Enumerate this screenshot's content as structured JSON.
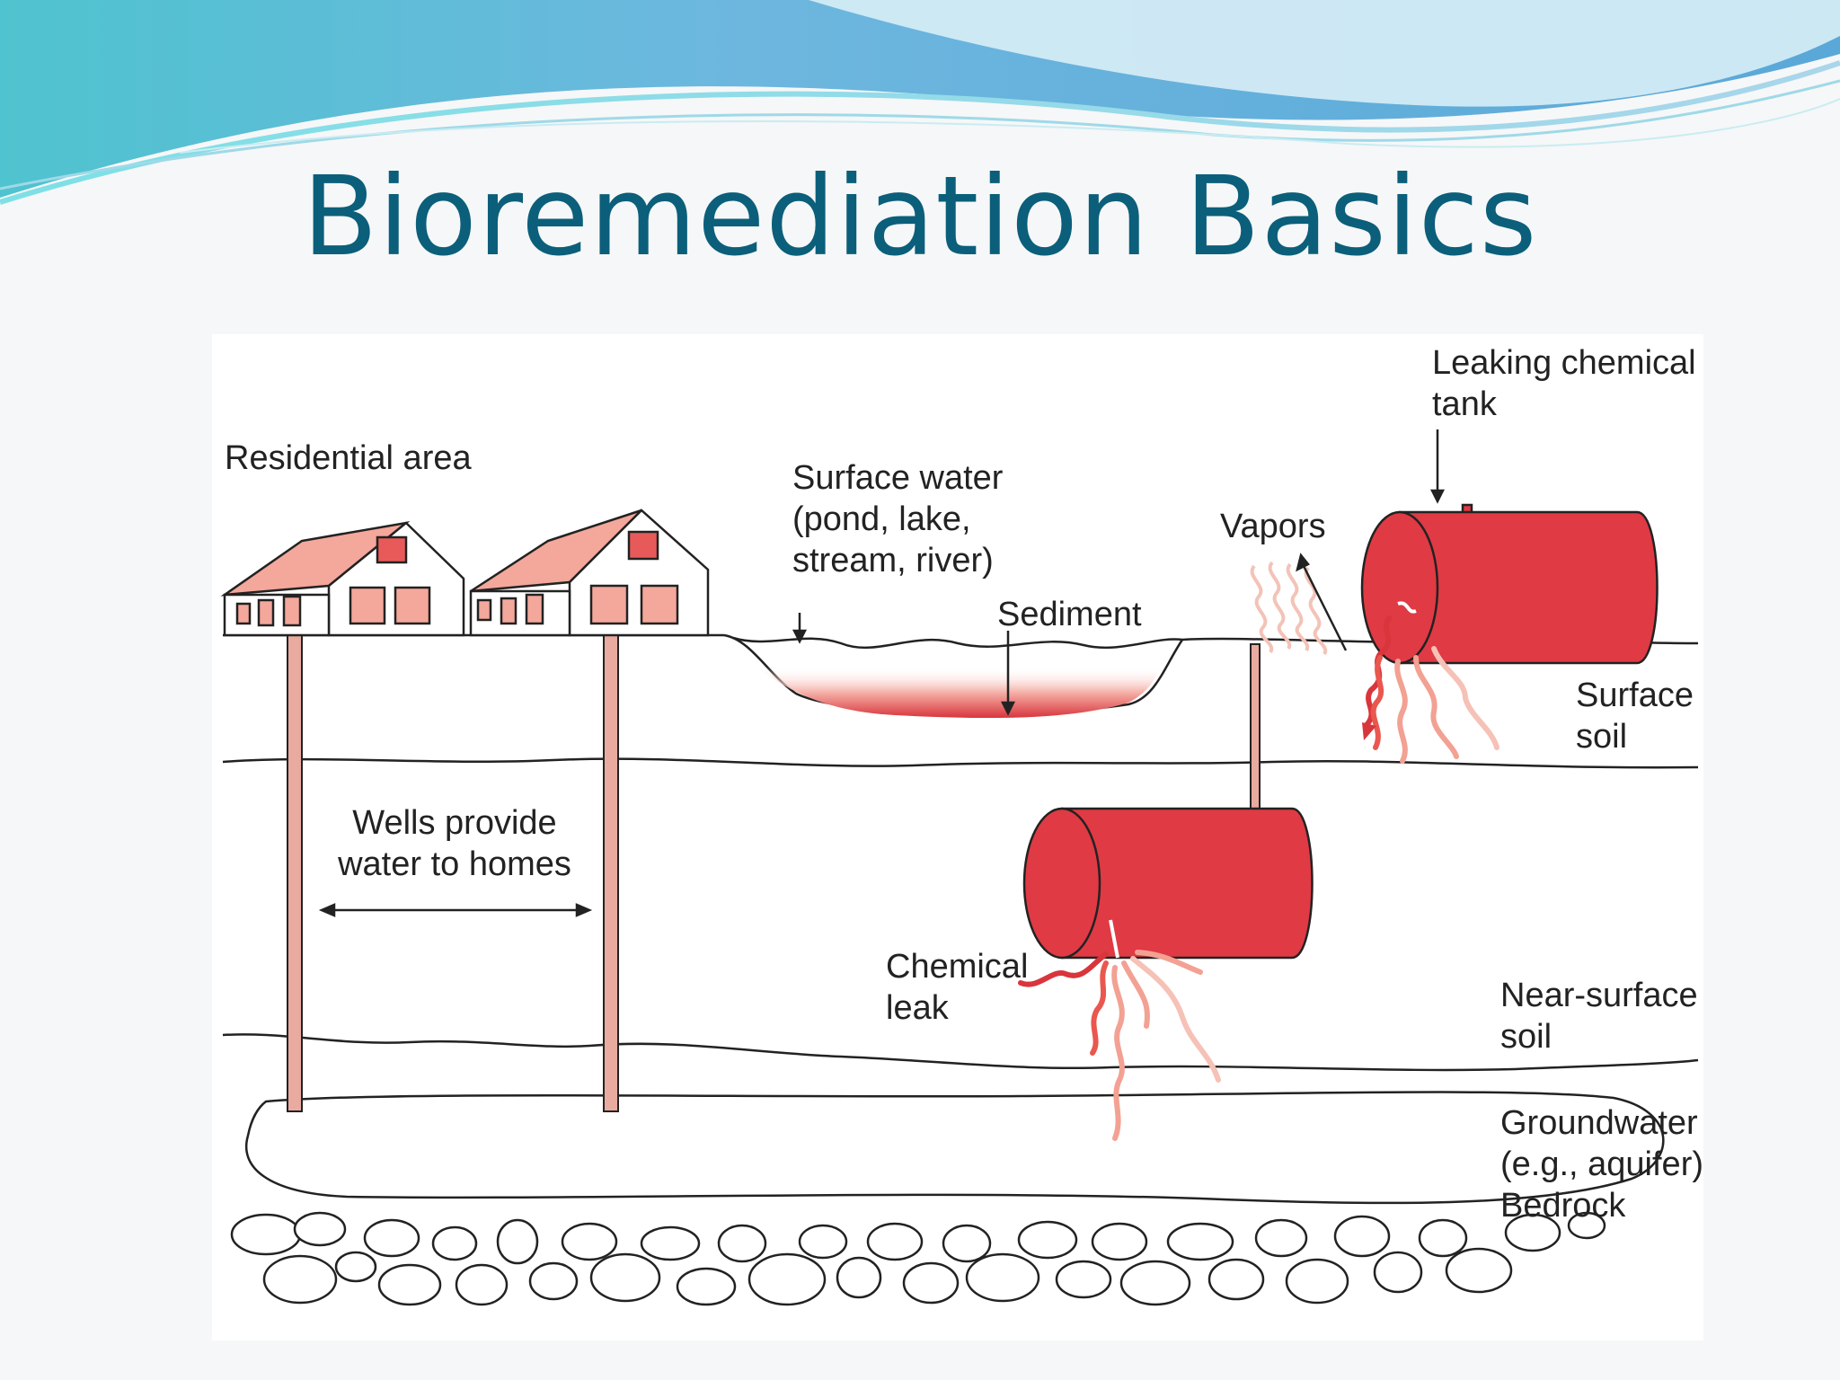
{
  "slide": {
    "title": "Bioremediation Basics",
    "accent_color": "#0b5f7a"
  },
  "diagram": {
    "labels": {
      "residential_area": "Residential area",
      "surface_water": [
        "Surface water",
        "(pond, lake,",
        "stream, river)"
      ],
      "sediment": "Sediment",
      "vapors": "Vapors",
      "leaking_tank": [
        "Leaking chemical",
        "tank"
      ],
      "surface_soil": [
        "Surface",
        "soil"
      ],
      "wells": [
        "Wells provide",
        "water to homes"
      ],
      "chemical_leak": [
        "Chemical",
        "leak"
      ],
      "near_surface_soil": [
        "Near-surface",
        "soil"
      ],
      "groundwater": [
        "Groundwater",
        "(e.g., aquifer)"
      ],
      "bedrock": "Bedrock"
    },
    "colors": {
      "tank_red": "#e03a44",
      "leak_red": "#d9353c",
      "leak_pink": "#f2a193",
      "house_pink": "#f4a79b",
      "house_red": "#e85a5a",
      "well_pink": "#e9aaa0",
      "outline": "#222222"
    }
  }
}
